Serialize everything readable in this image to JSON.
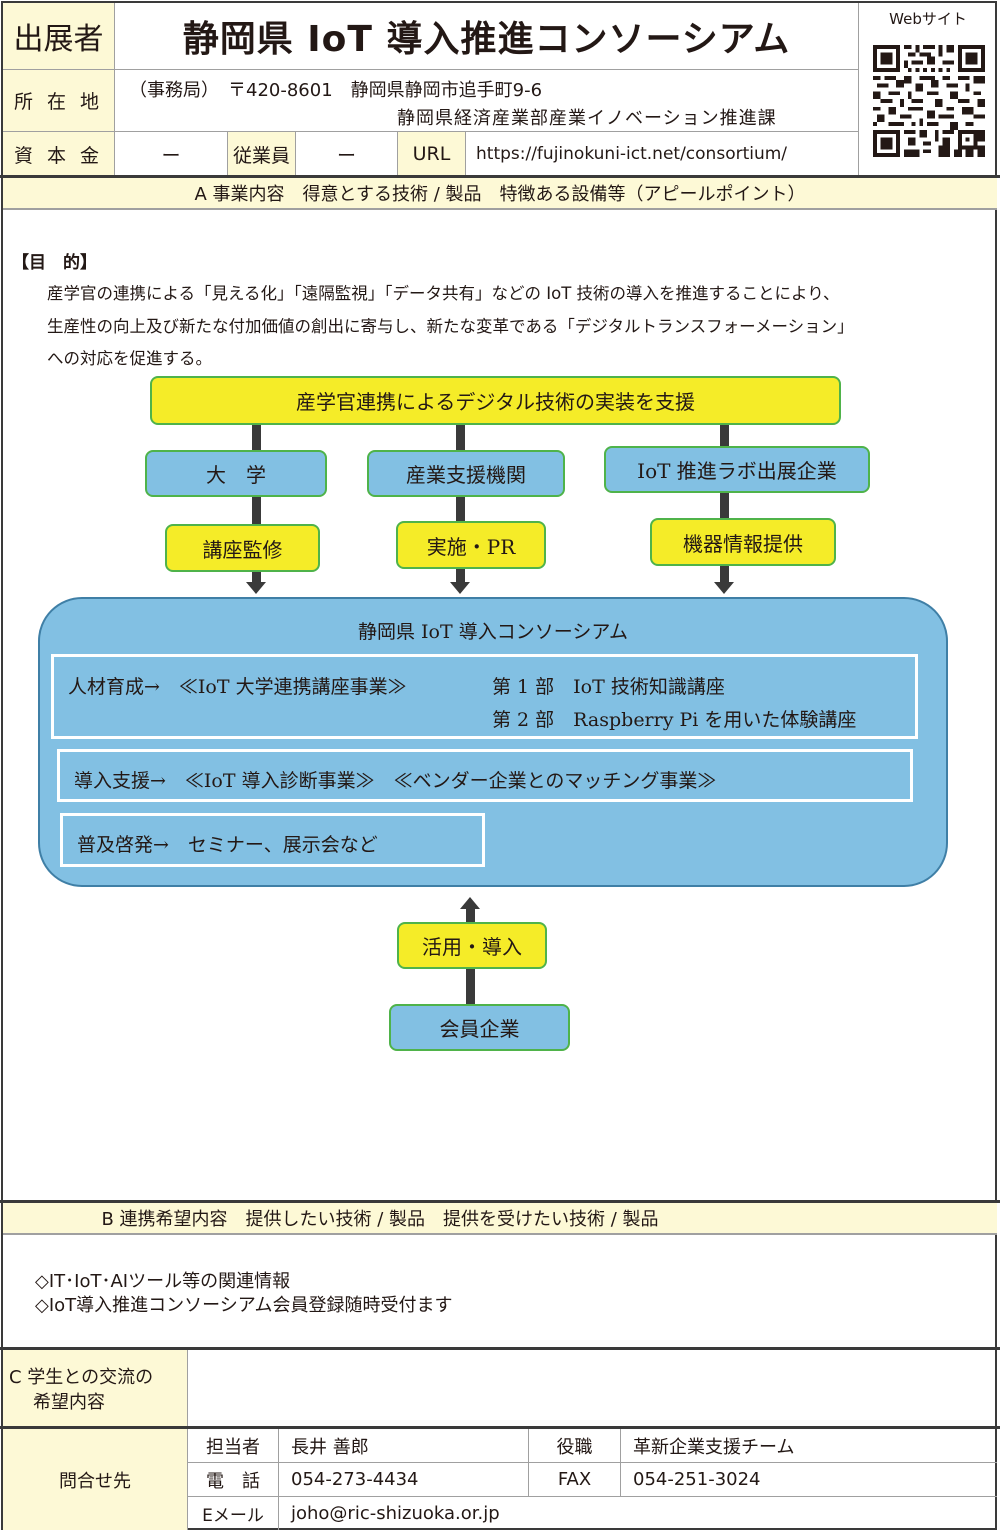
{
  "header": {
    "exhibitor_label": "出展者",
    "exhibitor_name": "静岡県 IoT 導入推進コンソーシアム",
    "website_label": "Webサイト",
    "qr_icon": "qr-code-icon",
    "location_label": "所 在 地",
    "address_line1": "（事務局）　〒420-8601　静岡県静岡市追手町9-6",
    "address_line2": "静岡県経済産業部産業イノベーション推進課",
    "capital_label": "資 本 金",
    "capital_value": "ー",
    "employees_label": "従業員",
    "employees_value": "ー",
    "url_label": "URL",
    "url_value": "https://fujinokuni-ict.net/consortium/"
  },
  "section_a": {
    "title": "A 事業内容　得意とする技術 / 製品　特徴ある設備等（アピールポイント）",
    "purpose_heading": "【目　的】",
    "purpose_lines": [
      "産学官の連携による「見える化」「遠隔監視」「データ共有」などの IoT 技術の導入を推進することにより、",
      "生産性の向上及び新たな付加価値の創出に寄与し、新たな変革である「デジタルトランスフォーメーション」",
      "への対応を促進する。"
    ],
    "diagram": {
      "top": "産学官連携によるデジタル技術の実装を支援",
      "columns": [
        {
          "entity": "大　学",
          "role": "講座監修"
        },
        {
          "entity": "産業支援機関",
          "role": "実施・PR"
        },
        {
          "entity": "IoT 推進ラボ出展企業",
          "role": "機器情報提供"
        }
      ],
      "consortium_title": "静岡県 IoT 導入コンソーシアム",
      "rows": [
        {
          "lead": "人材育成→　≪IoT 大学連携講座事業≫",
          "items": [
            "第 1 部　IoT 技術知識講座",
            "第 2 部　Raspberry Pi を用いた体験講座"
          ]
        },
        {
          "lead": "導入支援→　≪IoT 導入診断事業≫　≪ベンダー企業とのマッチング事業≫"
        },
        {
          "lead": "普及啓発→　セミナー、展示会など"
        }
      ],
      "bottom_action": "活用・導入",
      "bottom_entity": "会員企業"
    }
  },
  "section_b": {
    "title": "B 連携希望内容　提供したい技術 / 製品　提供を受けたい技術 / 製品",
    "lines": [
      "◇IT･IoT･AIツール等の関連情報",
      "◇IoT導入推進コンソーシアム会員登録随時受付ます"
    ]
  },
  "section_c": {
    "label_line1": "C 学生との交流の",
    "label_line2": "希望内容",
    "value": ""
  },
  "contact": {
    "label": "問合せ先",
    "person_label": "担当者",
    "person_value": "長井 善郎",
    "position_label": "役職",
    "position_value": "革新企業支援チーム",
    "phone_label": "電　話",
    "phone_value": "054-273-4434",
    "fax_label": "FAX",
    "fax_value": "054-251-3024",
    "email_label": "Eメール",
    "email_value": "joho@ric-shizuoka.or.jp"
  },
  "colors": {
    "cream": "#fdf9d6",
    "yellow_box": "#f5ec28",
    "blue_box": "#82c0e3",
    "green_border": "#4fb34a",
    "dark": "#3a3a3a"
  }
}
